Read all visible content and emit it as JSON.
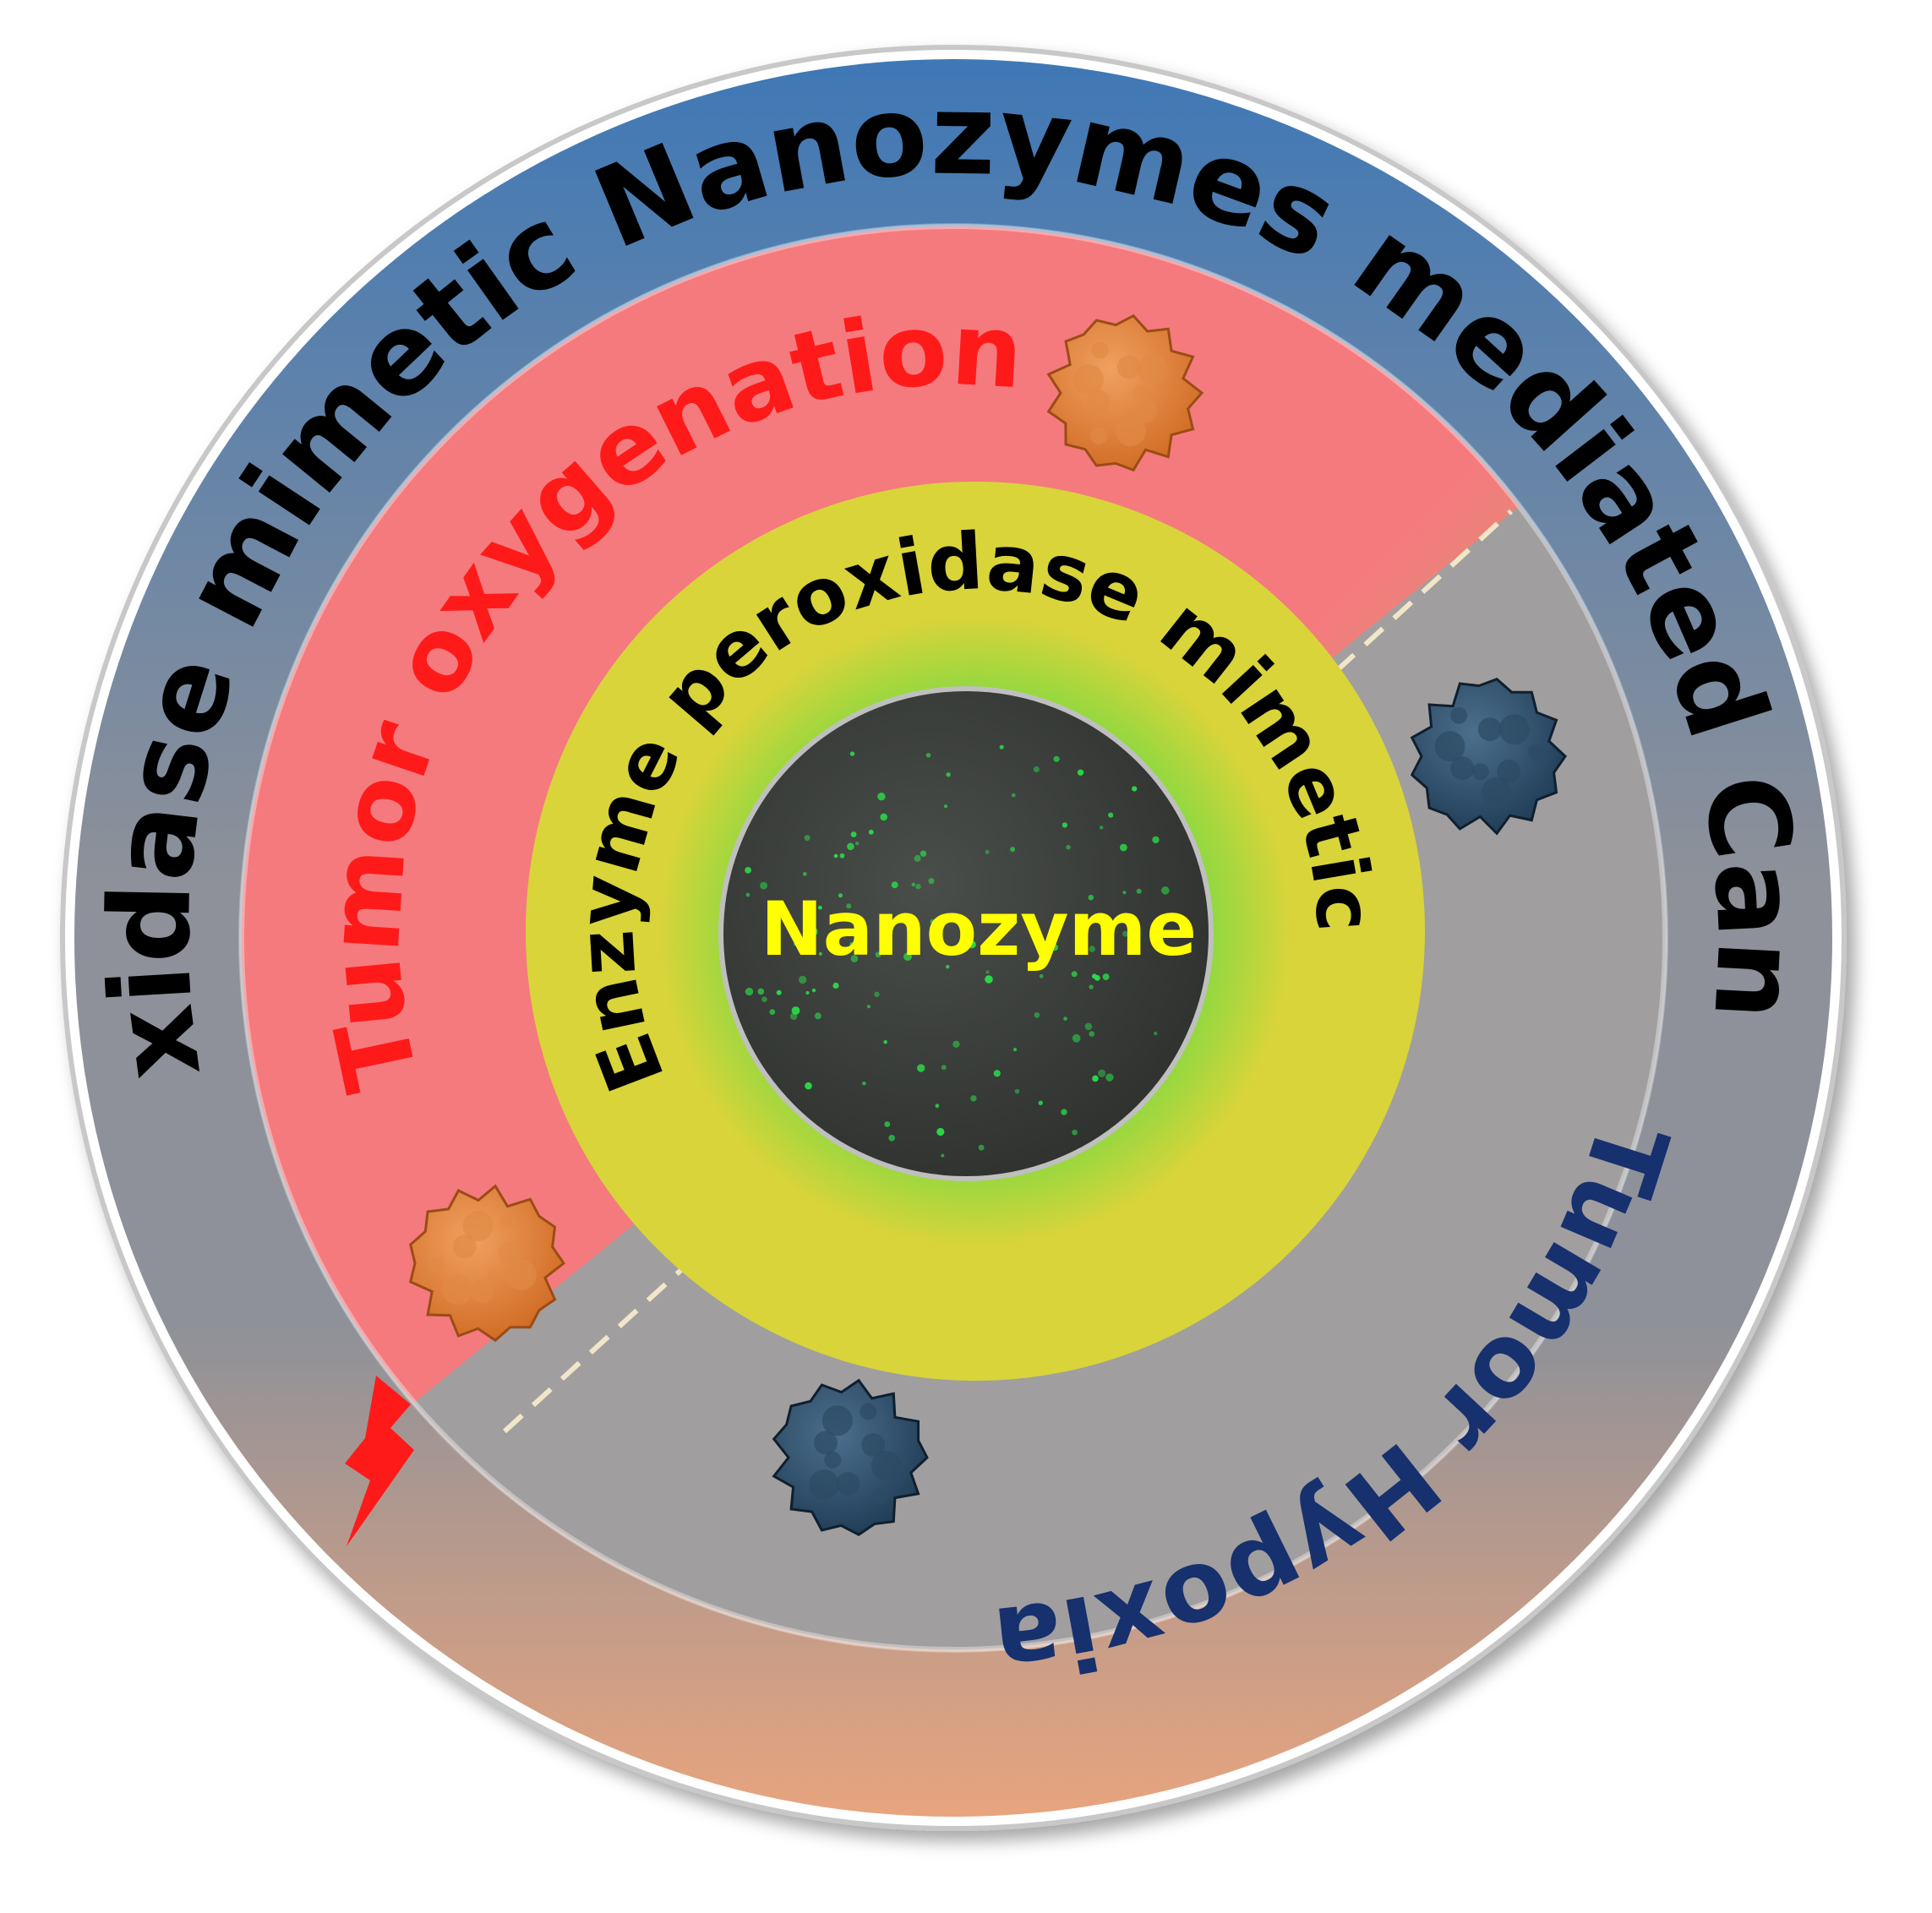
{
  "outer_ring": {
    "text": "Progress in Peroxidase mimetic Nanozymes mediated Cancer Theranostics",
    "text_color": "#000000",
    "color_top": "#3f78b6",
    "color_middle": "#8e9199",
    "color_bottom": "#e8a47e"
  },
  "middle_ring": {
    "oxygenation_label": "Tumor oxygenation",
    "oxygenation_color": "#ff1a1a",
    "hypoxia_label": "Tumor Hypoxia",
    "hypoxia_color": "#17306e",
    "oxygenated_region_colors": [
      "#f47a7e",
      "#9dd64c"
    ],
    "hypoxic_region_color": "#a19e9f",
    "divider_color": "#f0e6c8"
  },
  "inner_ring": {
    "label": "Enzyme peroxidase mimetic",
    "text_color": "#000000",
    "fill_color": "#d8d43a",
    "glow_color": "#8fd840"
  },
  "core": {
    "label": "Nanozyme",
    "text_color": "#ffff00",
    "fill_color": "#2e312e",
    "dot_color": "#2be04a"
  },
  "icons": {
    "oxygenated_cell": "orange-tumor-cell-icon",
    "hypoxic_cell": "dark-blue-tumor-cell-icon",
    "lightning": "red-lightning-icon",
    "oxygenated_cell_color": "#d06a22",
    "hypoxic_cell_color": "#1f3b55",
    "lightning_color": "#ff1a1a"
  }
}
